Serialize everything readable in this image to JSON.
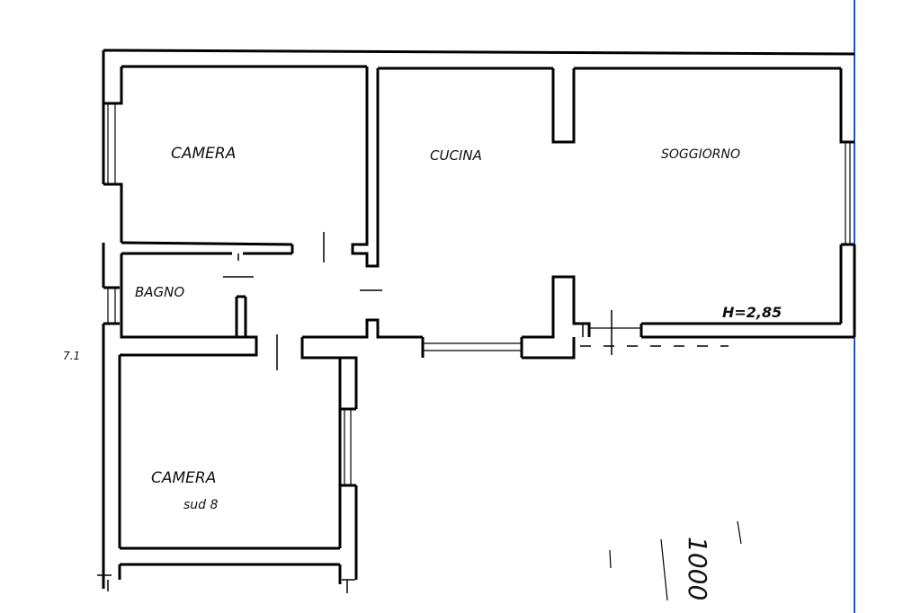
{
  "rooms": {
    "camera_top": "CAMERA",
    "bagno": "BAGNO",
    "cucina": "CUCINA",
    "soggiorno": "SOGGIORNO",
    "camera_bottom": "CAMERA",
    "camera_bottom_note": "sud 8",
    "height_note": "H=2,85"
  },
  "margin_mark": "7.1",
  "scale_stamp": "1000",
  "colors": {
    "ink": "#000000",
    "blue_line": "#2255cc"
  }
}
